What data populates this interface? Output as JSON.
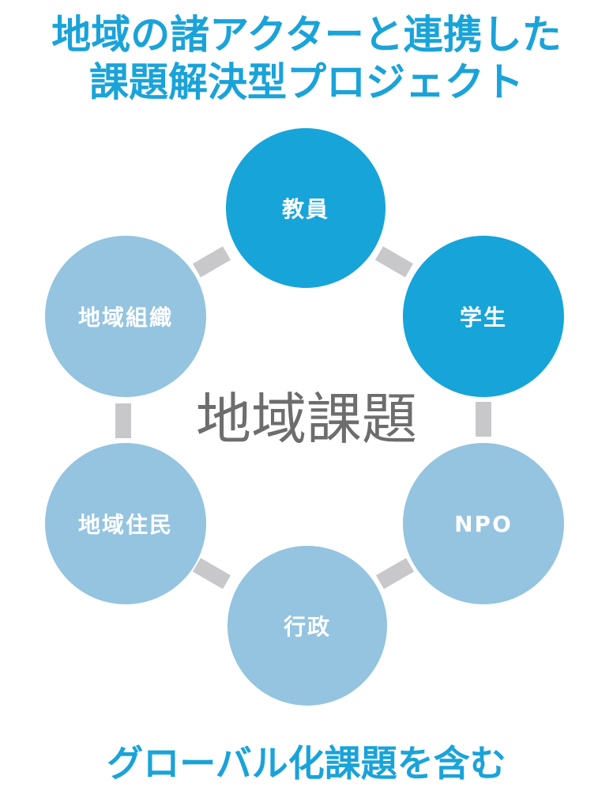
{
  "title": {
    "line1": "地域の諸アクターと連携した",
    "line2": "課題解決型プロジェクト"
  },
  "center_label": "地域課題",
  "nodes": [
    {
      "label": "教員",
      "variant": "primary"
    },
    {
      "label": "学生",
      "variant": "primary"
    },
    {
      "label": "NPO",
      "variant": "secondary"
    },
    {
      "label": "行政",
      "variant": "secondary"
    },
    {
      "label": "地域住民",
      "variant": "secondary"
    },
    {
      "label": "地域組織",
      "variant": "secondary"
    }
  ],
  "footer": "グローバル化課題を含む",
  "colors": {
    "title_text": "#1aa3d9",
    "primary_node": "#17a4d9",
    "secondary_node": "#94c4df",
    "connector": "#c8c8ca",
    "center_text": "#6d6d6d"
  }
}
